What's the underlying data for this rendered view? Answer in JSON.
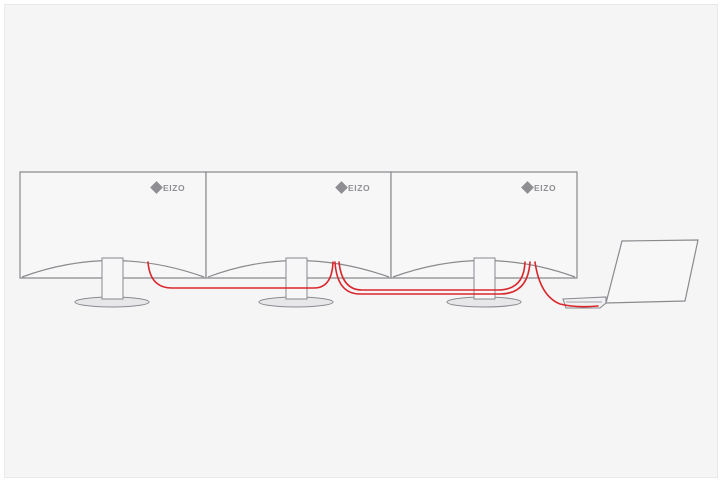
{
  "diagram": {
    "brand_label": "EIZO",
    "monitor_count": 3,
    "colors": {
      "background": "#f5f5f6",
      "outline": "#8a8a8f",
      "monitor_fill": "#f7f7f8",
      "cable": "#d9262b",
      "logo": "#8e8e93"
    },
    "icons": {
      "monitor": "monitor-icon",
      "laptop": "laptop-icon",
      "cable": "daisy-chain-cable"
    }
  }
}
